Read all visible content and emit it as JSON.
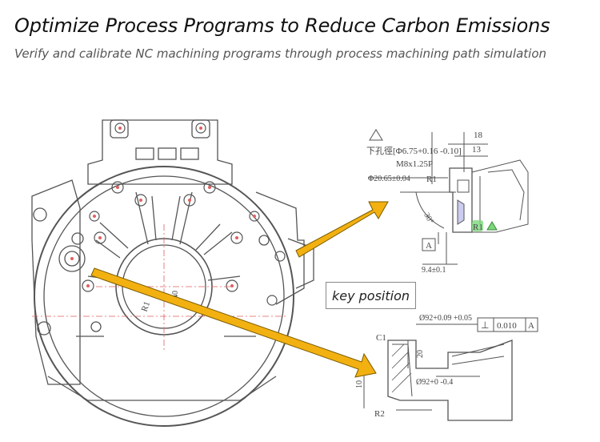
{
  "header": {
    "title": "Optimize Process Programs to Reduce Carbon Emissions",
    "subtitle": "Verify and calibrate NC machining programs through process machining path simulation"
  },
  "callout": {
    "label": "key position"
  },
  "detail_top": {
    "dim_18": "18",
    "dim_13": "13",
    "hole_note": "下孔徑[Φ6.75+0.16 -0.10]",
    "thread": "M8x1.25P",
    "diameter": "Φ20.65±0.04",
    "radius_1": "R1",
    "radius_2": "R1",
    "angle": "30°",
    "datum": "A",
    "dim_bottom": "9.4±0.1"
  },
  "detail_bottom": {
    "diameter_top": "Ø92+0.09 +0.05",
    "tolerance_symbol": "⊥",
    "tolerance_value": "0.010",
    "tolerance_datum": "A",
    "chamfer": "C1",
    "dim_20": "20",
    "dim_10": "10",
    "diameter_bottom": "Ø92+0 -0.4",
    "radius": "R2"
  },
  "main_drawing": {
    "radius_label": "R1",
    "dim_label": "140"
  },
  "colors": {
    "arrow": "#f2b111",
    "arrow_outline": "#7a5a00",
    "line": "#555555",
    "centerline": "#e06060",
    "highlight": "#7cd87c"
  }
}
